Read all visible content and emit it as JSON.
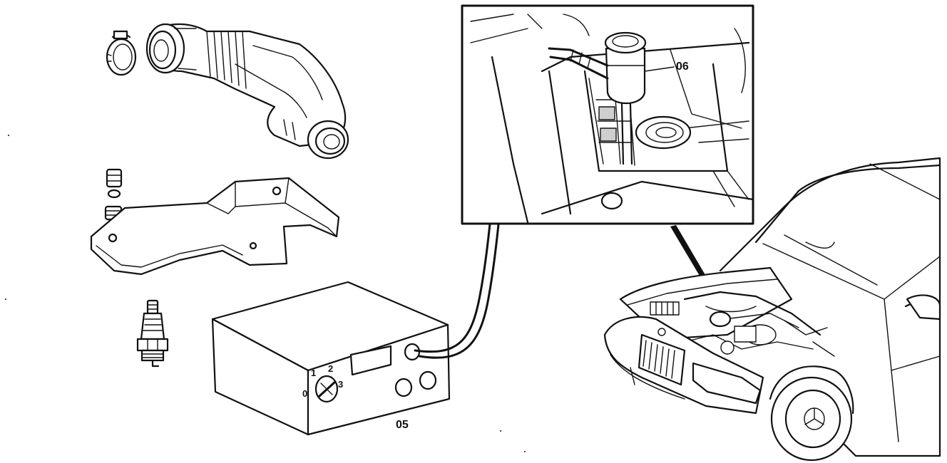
{
  "diagram": {
    "callouts": {
      "tester_unit": "05",
      "tester_adapter": "06"
    },
    "selector_dial": {
      "positions": [
        "0",
        "1",
        "2",
        "3"
      ]
    }
  },
  "colors": {
    "ink": "#111111",
    "paper": "#ffffff"
  }
}
